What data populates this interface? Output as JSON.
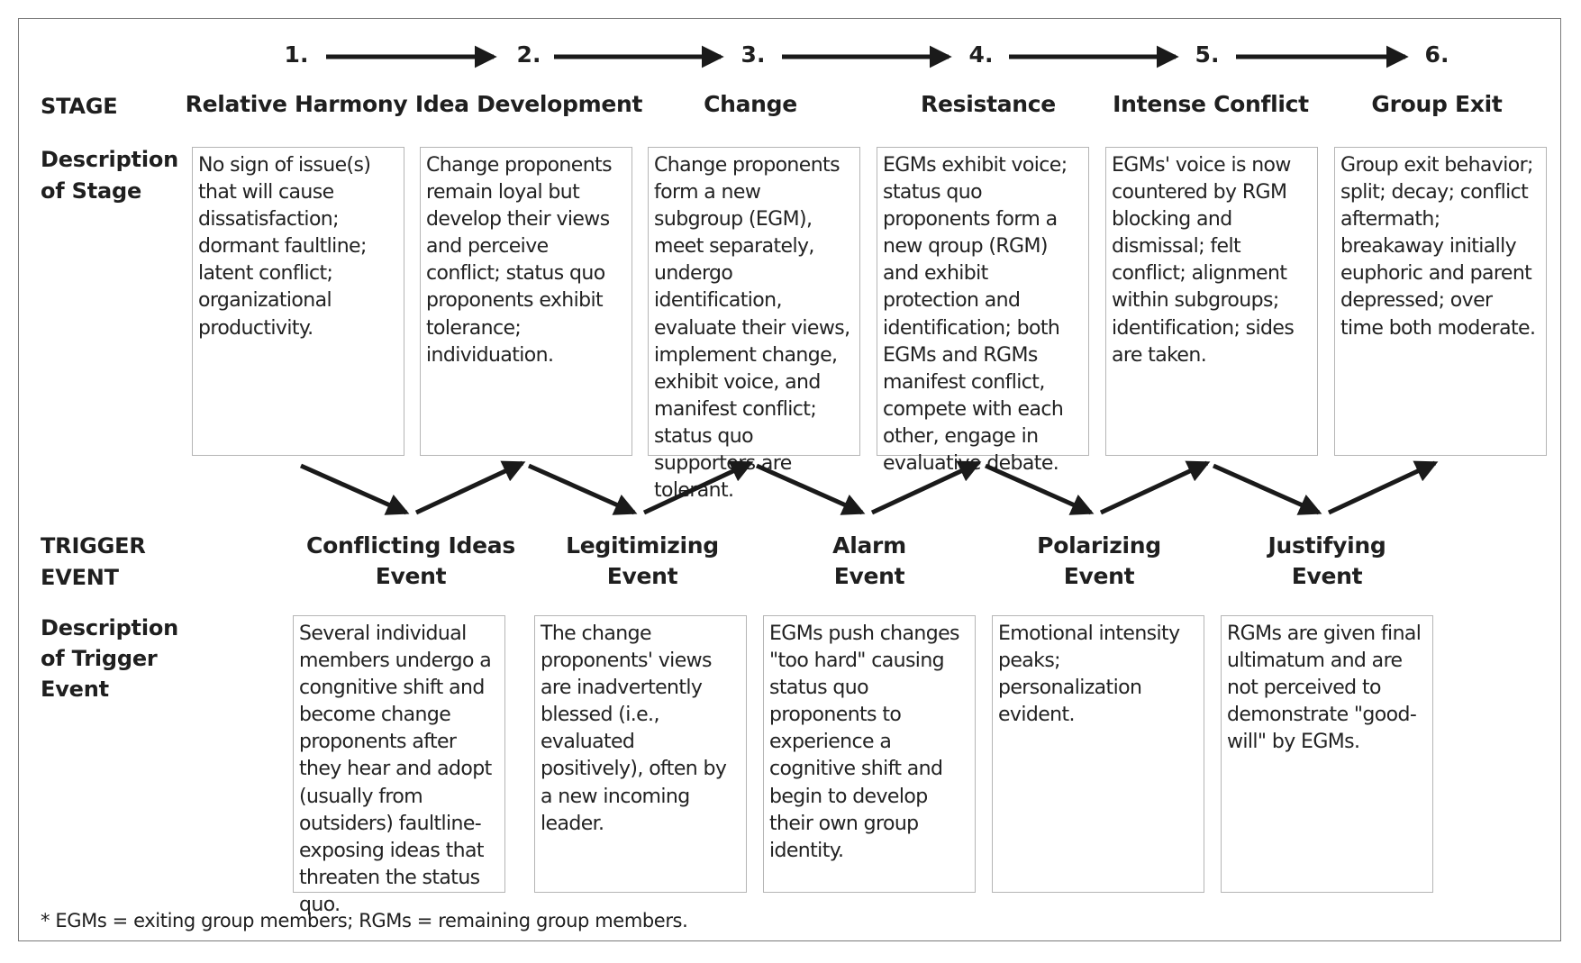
{
  "row_labels": {
    "stage": "STAGE",
    "description_of_stage": "Description of Stage",
    "trigger_event": "TRIGGER EVENT",
    "description_of_trigger": "Description of Trigger Event"
  },
  "stages": [
    {
      "number": "1.",
      "title": "Relative Harmony",
      "description": "No sign of issue(s) that will cause dissatisfaction; dormant faultline; latent conflict; organizational productivity."
    },
    {
      "number": "2.",
      "title": "Idea Development",
      "description": "Change proponents remain loyal but develop their views and perceive conflict; status quo proponents exhibit tolerance; individuation."
    },
    {
      "number": "3.",
      "title": "Change",
      "description": "Change proponents form a new subgroup (EGM), meet separately, undergo identification, evaluate their views, implement change, exhibit voice, and manifest conflict; status quo supporters are tolerant."
    },
    {
      "number": "4.",
      "title": "Resistance",
      "description": "EGMs exhibit voice; status quo proponents form a new qroup (RGM) and exhibit protection and identification; both EGMs and RGMs manifest conflict, compete with each other, engage in evaluative debate."
    },
    {
      "number": "5.",
      "title": "Intense Conflict",
      "description": "EGMs' voice is now countered by RGM blocking and dismissal; felt conflict; alignment within subgroups; identification; sides are taken."
    },
    {
      "number": "6.",
      "title": "Group Exit",
      "description": "Group exit behavior; split; decay; conflict aftermath; breakaway initially euphoric and parent depressed; over time both moderate."
    }
  ],
  "triggers": [
    {
      "title_line1": "Conflicting Ideas",
      "title_line2": "Event",
      "description": "Several individual members undergo a congnitive shift and become change proponents after they hear and adopt (usually from outsiders) faultline-exposing ideas that threaten the status quo."
    },
    {
      "title_line1": "Legitimizing",
      "title_line2": "Event",
      "description": "The change proponents' views are inadvertently blessed (i.e., evaluated positively), often by a new incoming leader."
    },
    {
      "title_line1": "Alarm",
      "title_line2": "Event",
      "description": "EGMs push changes \"too hard\" causing status quo proponents to experience a cognitive shift and begin to develop their own group identity."
    },
    {
      "title_line1": "Polarizing",
      "title_line2": "Event",
      "description": "Emotional intensity peaks; personalization evident."
    },
    {
      "title_line1": "Justifying",
      "title_line2": "Event",
      "description": "RGMs are given final ultimatum and are not perceived to demonstrate \"good-will\" by EGMs."
    }
  ],
  "footnote": "* EGMs = exiting group members; RGMs = remaining group members."
}
